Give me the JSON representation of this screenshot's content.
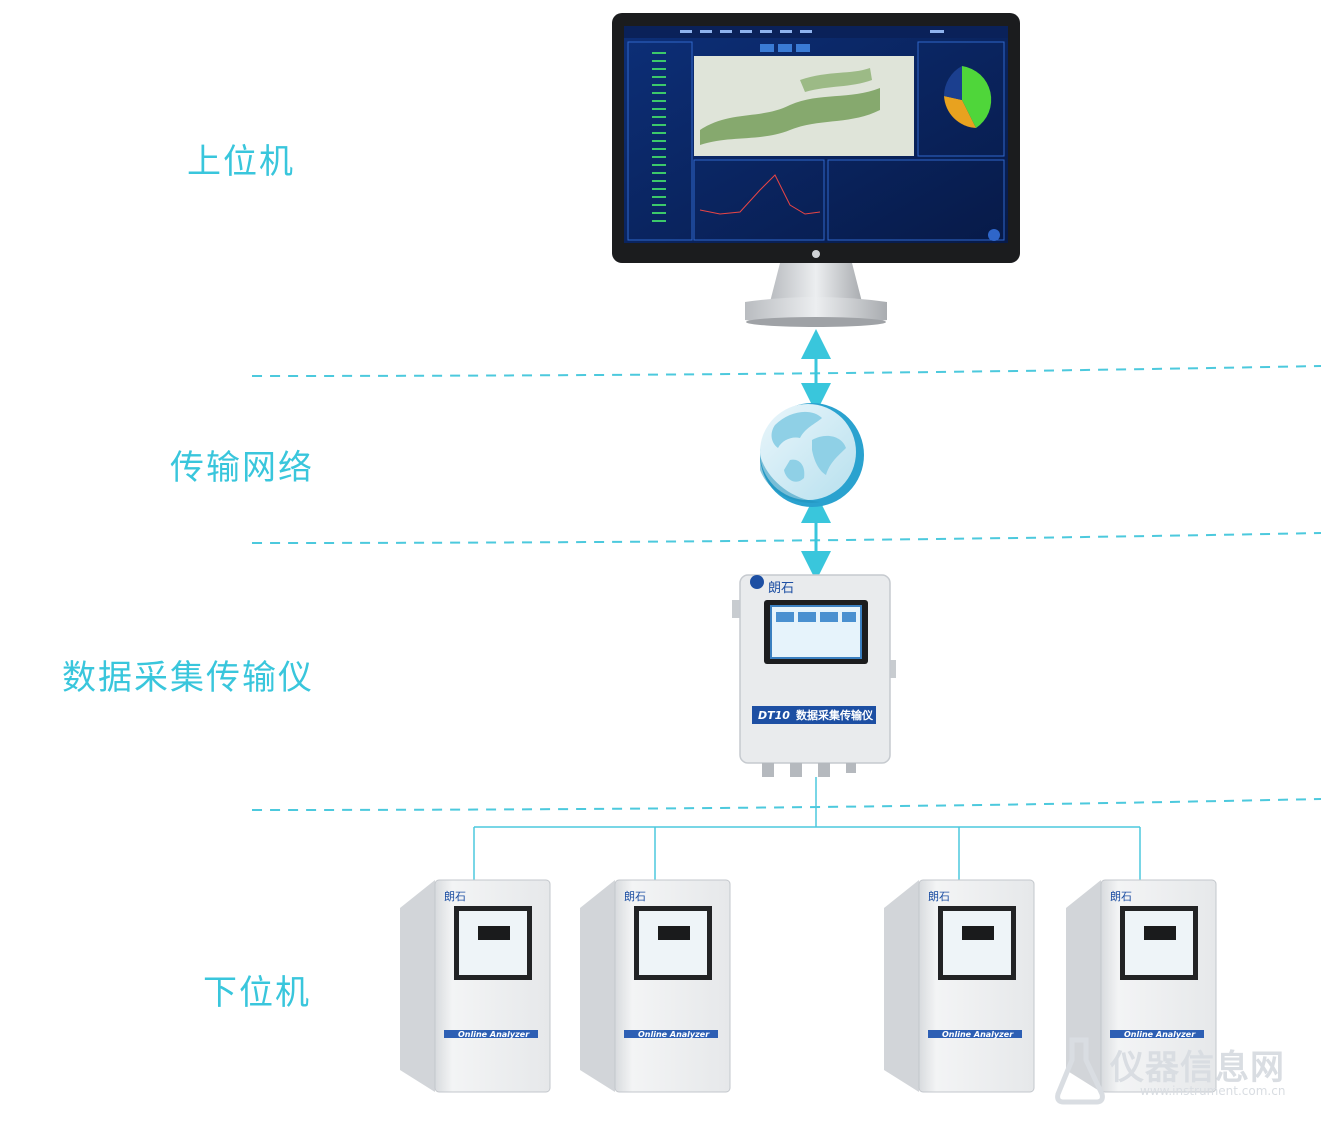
{
  "layers": {
    "upper": "上位机",
    "network": "传输网络",
    "dtu": "数据采集传输仪",
    "lower": "下位机"
  },
  "dtu_device": {
    "brand": "朗石",
    "model": "DT10",
    "name": "数据采集传输仪"
  },
  "analyzer": {
    "brand": "朗石",
    "label": "Online Analyzer"
  },
  "watermark": {
    "text": "仪器信息网",
    "sub": "www.instrument.com.cn"
  },
  "colors": {
    "accent": "#39c6dc",
    "line": "#4cc9dd",
    "screen": "#0b2a6b"
  }
}
